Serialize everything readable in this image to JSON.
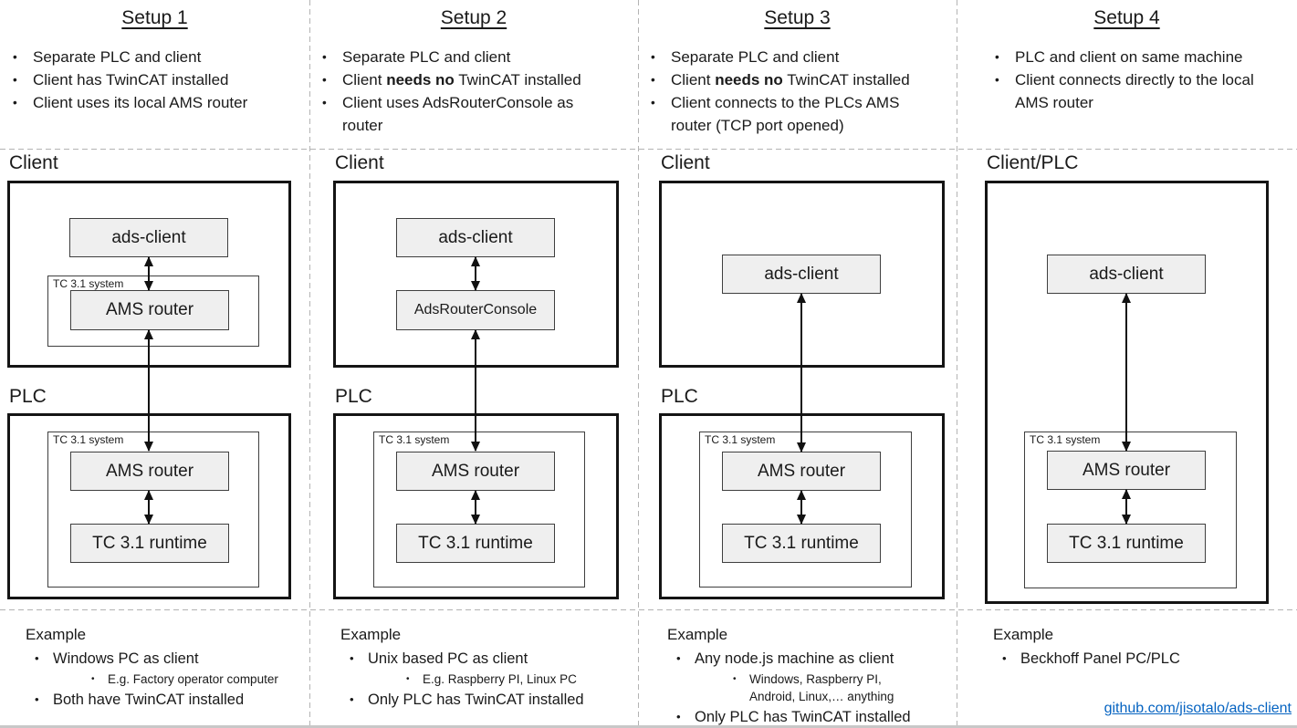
{
  "colors": {
    "box_fill": "#efefef",
    "box_border": "#3f3f3f",
    "outer_border": "#141414",
    "divider": "#b3b3b3",
    "link": "#0563C1"
  },
  "footer": {
    "link": "github.com/jisotalo/ads-client"
  },
  "columns": [
    {
      "title": "Setup 1",
      "bullets": [
        [
          {
            "t": "Separate PLC and client"
          }
        ],
        [
          {
            "t": "Client has TwinCAT installed"
          }
        ],
        [
          {
            "t": "Client uses its local AMS router"
          }
        ]
      ],
      "diagram": {
        "client_label": "Client",
        "plc_label": "PLC",
        "ads_client": "ads-client",
        "client_system_label": "TC 3.1 system",
        "client_router": "AMS router",
        "plc_system_label": "TC 3.1 system",
        "plc_router": "AMS router",
        "plc_runtime": "TC 3.1 runtime"
      },
      "example": {
        "heading": "Example",
        "items": [
          {
            "text": "Windows PC as client",
            "sub": [
              [
                "E.g. Factory operator computer"
              ]
            ]
          },
          {
            "text": "Both have TwinCAT installed"
          }
        ]
      }
    },
    {
      "title": "Setup 2",
      "bullets": [
        [
          {
            "t": "Separate PLC and client"
          }
        ],
        [
          {
            "t": "Client "
          },
          {
            "t": "needs no",
            "b": true
          },
          {
            "t": " TwinCAT installed"
          }
        ],
        [
          {
            "t": "Client uses AdsRouterConsole as router"
          }
        ]
      ],
      "diagram": {
        "client_label": "Client",
        "plc_label": "PLC",
        "ads_client": "ads-client",
        "client_router": "AdsRouterConsole",
        "plc_system_label": "TC 3.1 system",
        "plc_router": "AMS router",
        "plc_runtime": "TC 3.1 runtime"
      },
      "example": {
        "heading": "Example",
        "items": [
          {
            "text": "Unix based PC as client",
            "sub": [
              [
                "E.g. Raspberry PI, Linux PC"
              ]
            ]
          },
          {
            "text": "Only PLC has TwinCAT installed"
          }
        ]
      }
    },
    {
      "title": "Setup 3",
      "bullets": [
        [
          {
            "t": "Separate PLC and client"
          }
        ],
        [
          {
            "t": "Client "
          },
          {
            "t": "needs no",
            "b": true
          },
          {
            "t": " TwinCAT installed"
          }
        ],
        [
          {
            "t": "Client connects to the PLCs AMS router (TCP port opened)"
          }
        ]
      ],
      "diagram": {
        "client_label": "Client",
        "plc_label": "PLC",
        "ads_client": "ads-client",
        "plc_system_label": "TC 3.1 system",
        "plc_router": "AMS router",
        "plc_runtime": "TC 3.1 runtime"
      },
      "example": {
        "heading": "Example",
        "items": [
          {
            "text": "Any node.js machine as client",
            "sub": [
              [
                "Windows, Raspberry PI,",
                "Android, Linux,… anything"
              ]
            ]
          },
          {
            "text": "Only PLC has TwinCAT installed"
          }
        ]
      }
    },
    {
      "title": "Setup 4",
      "bullets": [
        [
          {
            "t": "PLC and client on same machine"
          }
        ],
        [
          {
            "t": "Client connects directly to the local AMS router"
          }
        ]
      ],
      "diagram": {
        "combined_label": "Client/PLC",
        "ads_client": "ads-client",
        "system_label": "TC 3.1 system",
        "router": "AMS router",
        "runtime": "TC 3.1 runtime"
      },
      "example": {
        "heading": "Example",
        "items": [
          {
            "text": "Beckhoff Panel PC/PLC"
          }
        ]
      }
    }
  ]
}
